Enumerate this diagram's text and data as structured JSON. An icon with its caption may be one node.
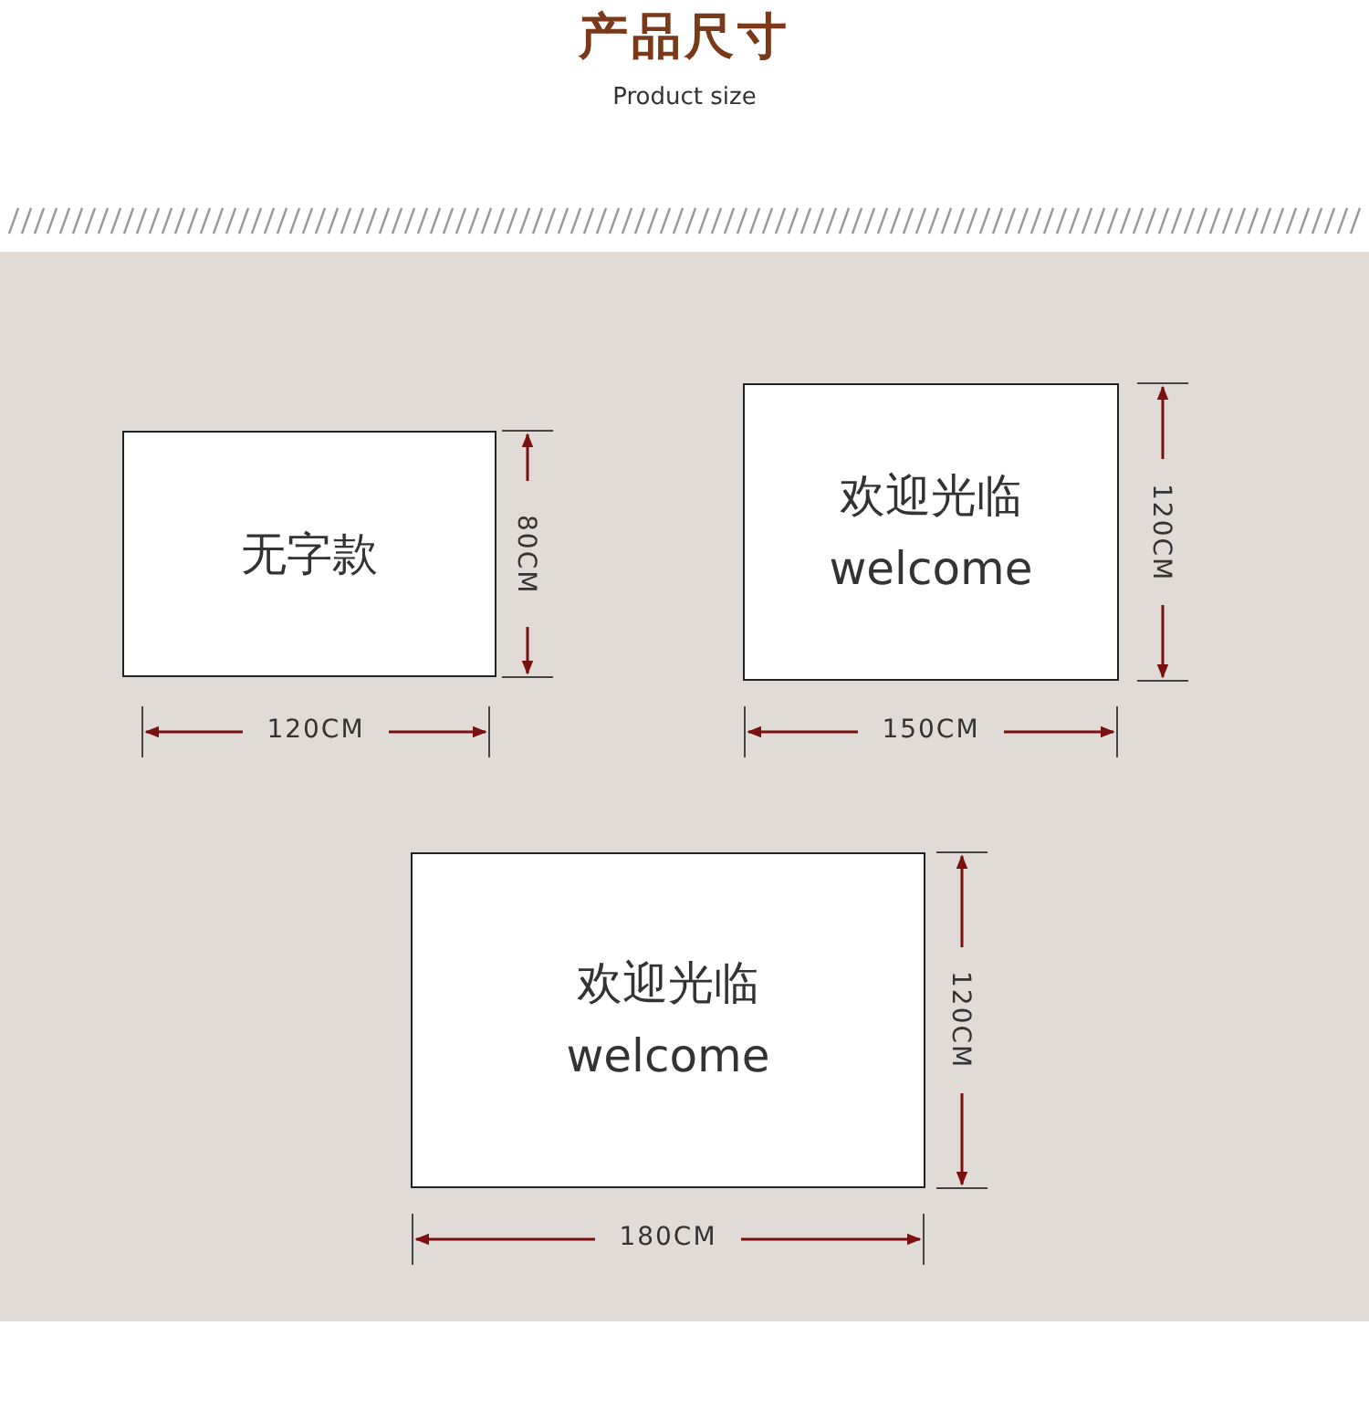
{
  "diagram": {
    "title": "产品尺寸",
    "nodes": [
      {
        "text": [
          "无字款"
        ]
      },
      {
        "text": [
          "欢迎光临",
          "welcome"
        ]
      },
      {
        "text": [
          "欢迎光临",
          "welcome"
        ]
      }
    ],
    "labels": [
      "Product size",
      "120CM",
      "80CM",
      "120CM",
      "150CM",
      "120CM",
      "180CM"
    ]
  }
}
